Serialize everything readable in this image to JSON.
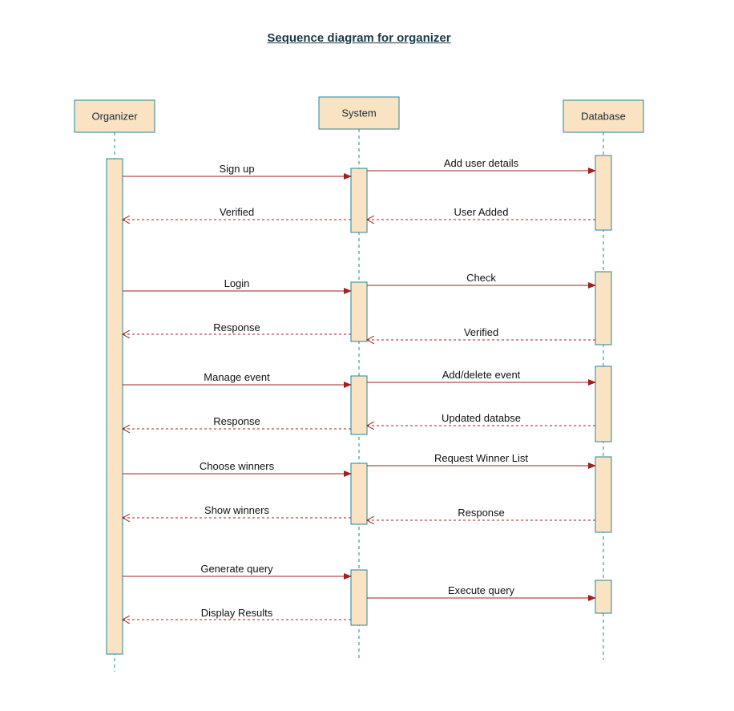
{
  "title": "Sequence diagram for organizer",
  "participants": [
    {
      "id": "organizer",
      "label": "Organizer"
    },
    {
      "id": "system",
      "label": "System"
    },
    {
      "id": "database",
      "label": "Database"
    }
  ],
  "messages": [
    {
      "from": "organizer",
      "to": "system",
      "label": "Sign up",
      "kind": "sync"
    },
    {
      "from": "system",
      "to": "database",
      "label": "Add user details",
      "kind": "sync"
    },
    {
      "from": "system",
      "to": "organizer",
      "label": "Verified",
      "kind": "return"
    },
    {
      "from": "database",
      "to": "system",
      "label": "User Added",
      "kind": "return"
    },
    {
      "from": "organizer",
      "to": "system",
      "label": "Login",
      "kind": "sync"
    },
    {
      "from": "system",
      "to": "database",
      "label": "Check",
      "kind": "sync"
    },
    {
      "from": "system",
      "to": "organizer",
      "label": "Response",
      "kind": "return"
    },
    {
      "from": "database",
      "to": "system",
      "label": "Verified",
      "kind": "return"
    },
    {
      "from": "organizer",
      "to": "system",
      "label": "Manage event",
      "kind": "sync"
    },
    {
      "from": "system",
      "to": "database",
      "label": "Add/delete event",
      "kind": "sync"
    },
    {
      "from": "system",
      "to": "organizer",
      "label": "Response",
      "kind": "return"
    },
    {
      "from": "database",
      "to": "system",
      "label": "Updated databse",
      "kind": "return"
    },
    {
      "from": "organizer",
      "to": "system",
      "label": "Choose winners",
      "kind": "sync"
    },
    {
      "from": "system",
      "to": "database",
      "label": "Request Winner List",
      "kind": "sync"
    },
    {
      "from": "system",
      "to": "organizer",
      "label": "Show winners",
      "kind": "return"
    },
    {
      "from": "database",
      "to": "system",
      "label": "Response",
      "kind": "return"
    },
    {
      "from": "organizer",
      "to": "system",
      "label": "Generate query",
      "kind": "sync"
    },
    {
      "from": "system",
      "to": "database",
      "label": "Execute query",
      "kind": "sync"
    },
    {
      "from": "system",
      "to": "organizer",
      "label": "Display Results",
      "kind": "return"
    }
  ],
  "colors": {
    "box_fill": "#fae3c3",
    "box_stroke": "#1e8a99",
    "lifeline": "#1e8a99",
    "arrow": "#a32020",
    "title": "#1a3a4a"
  }
}
